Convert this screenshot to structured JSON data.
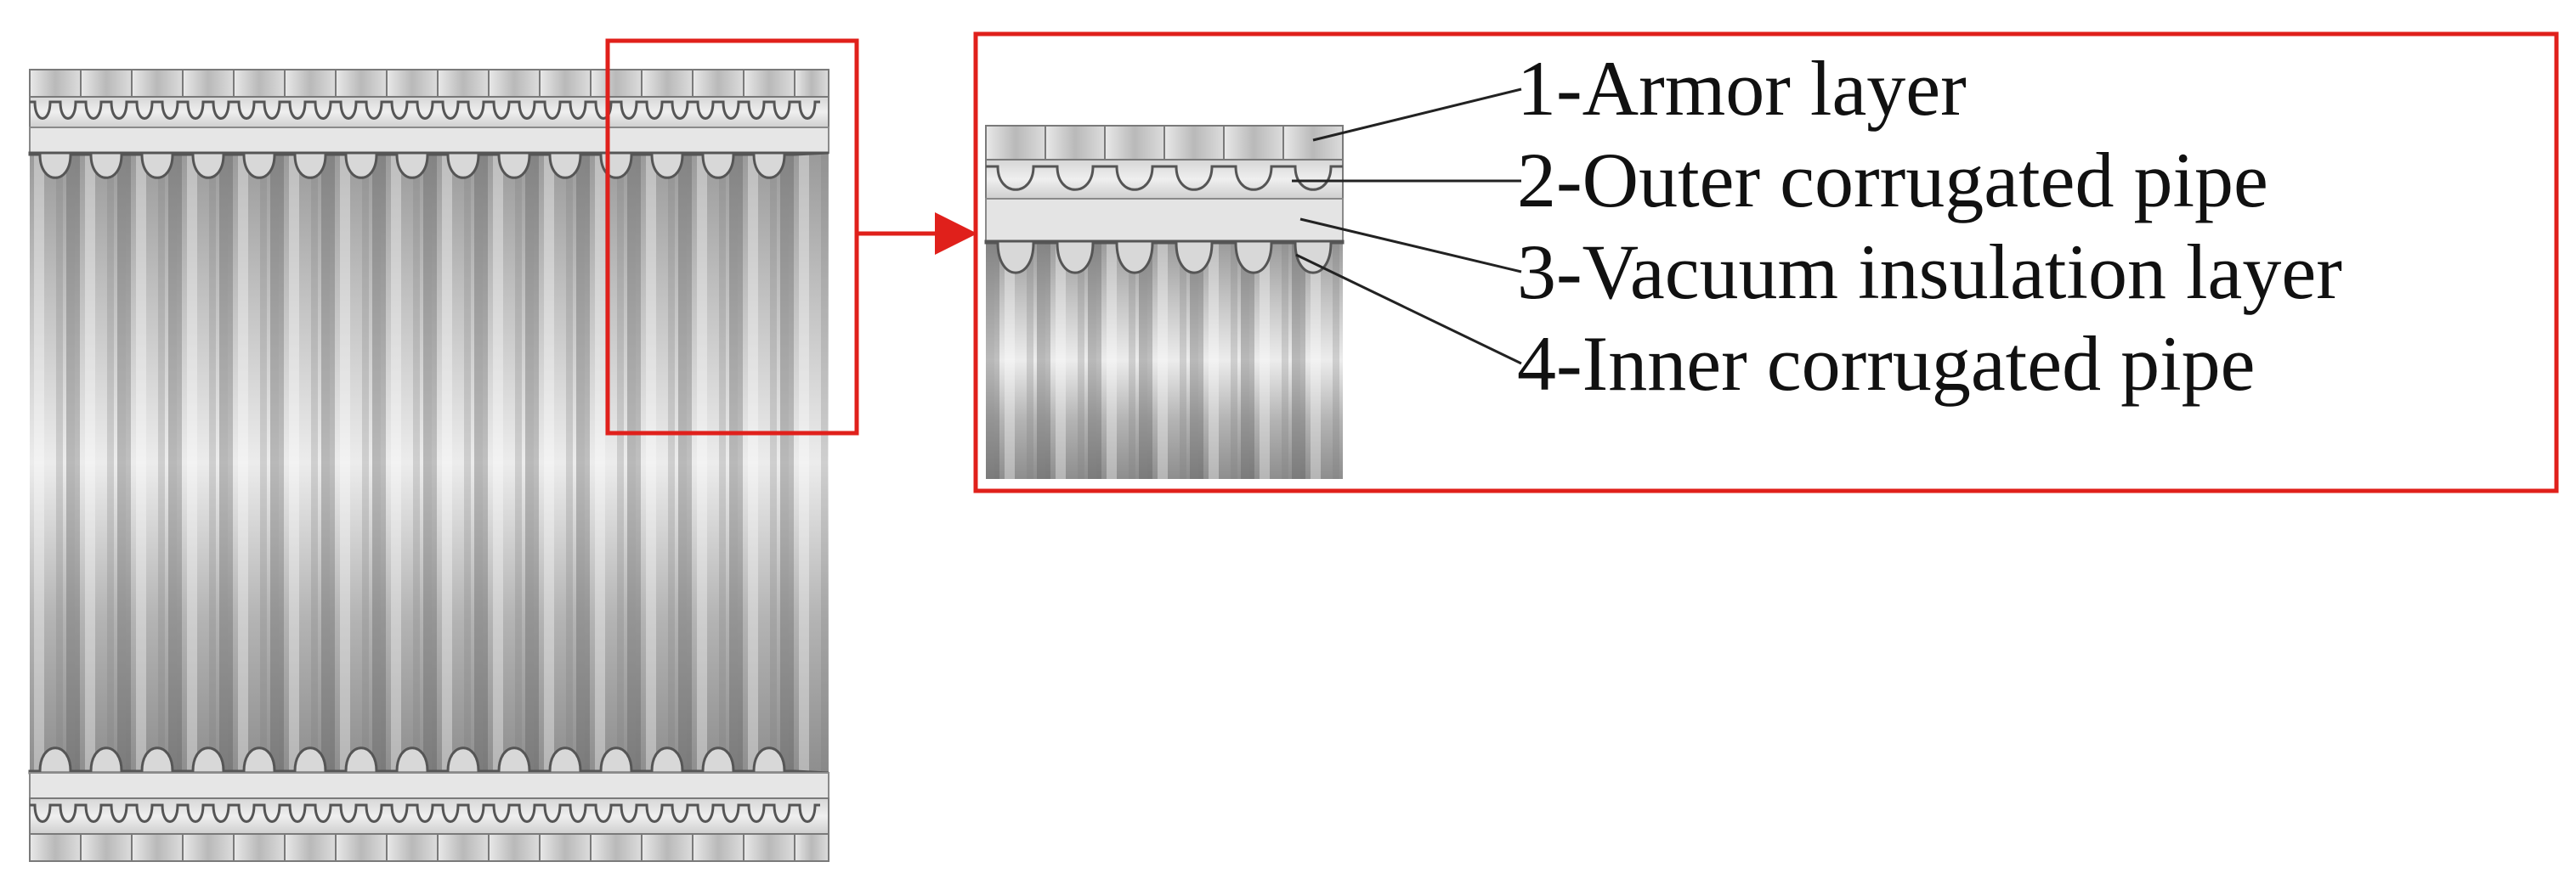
{
  "labels": [
    {
      "id": "armor",
      "text": "1-Armor layer"
    },
    {
      "id": "outer",
      "text": "2-Outer corrugated pipe"
    },
    {
      "id": "vacuum",
      "text": "3-Vacuum insulation layer"
    },
    {
      "id": "inner",
      "text": "4-Inner corrugated pipe"
    }
  ],
  "colors": {
    "highlight": "#e0201b",
    "leader": "#222222",
    "armor": "#cfcfcf",
    "insulation": "#e4e4e4",
    "metal_dark": "#8a8a8a",
    "metal_light": "#dedede"
  },
  "icons": {
    "pipe_section": "corrugated-pipe-illustration",
    "zoom_arrow": "arrow-right-icon"
  }
}
